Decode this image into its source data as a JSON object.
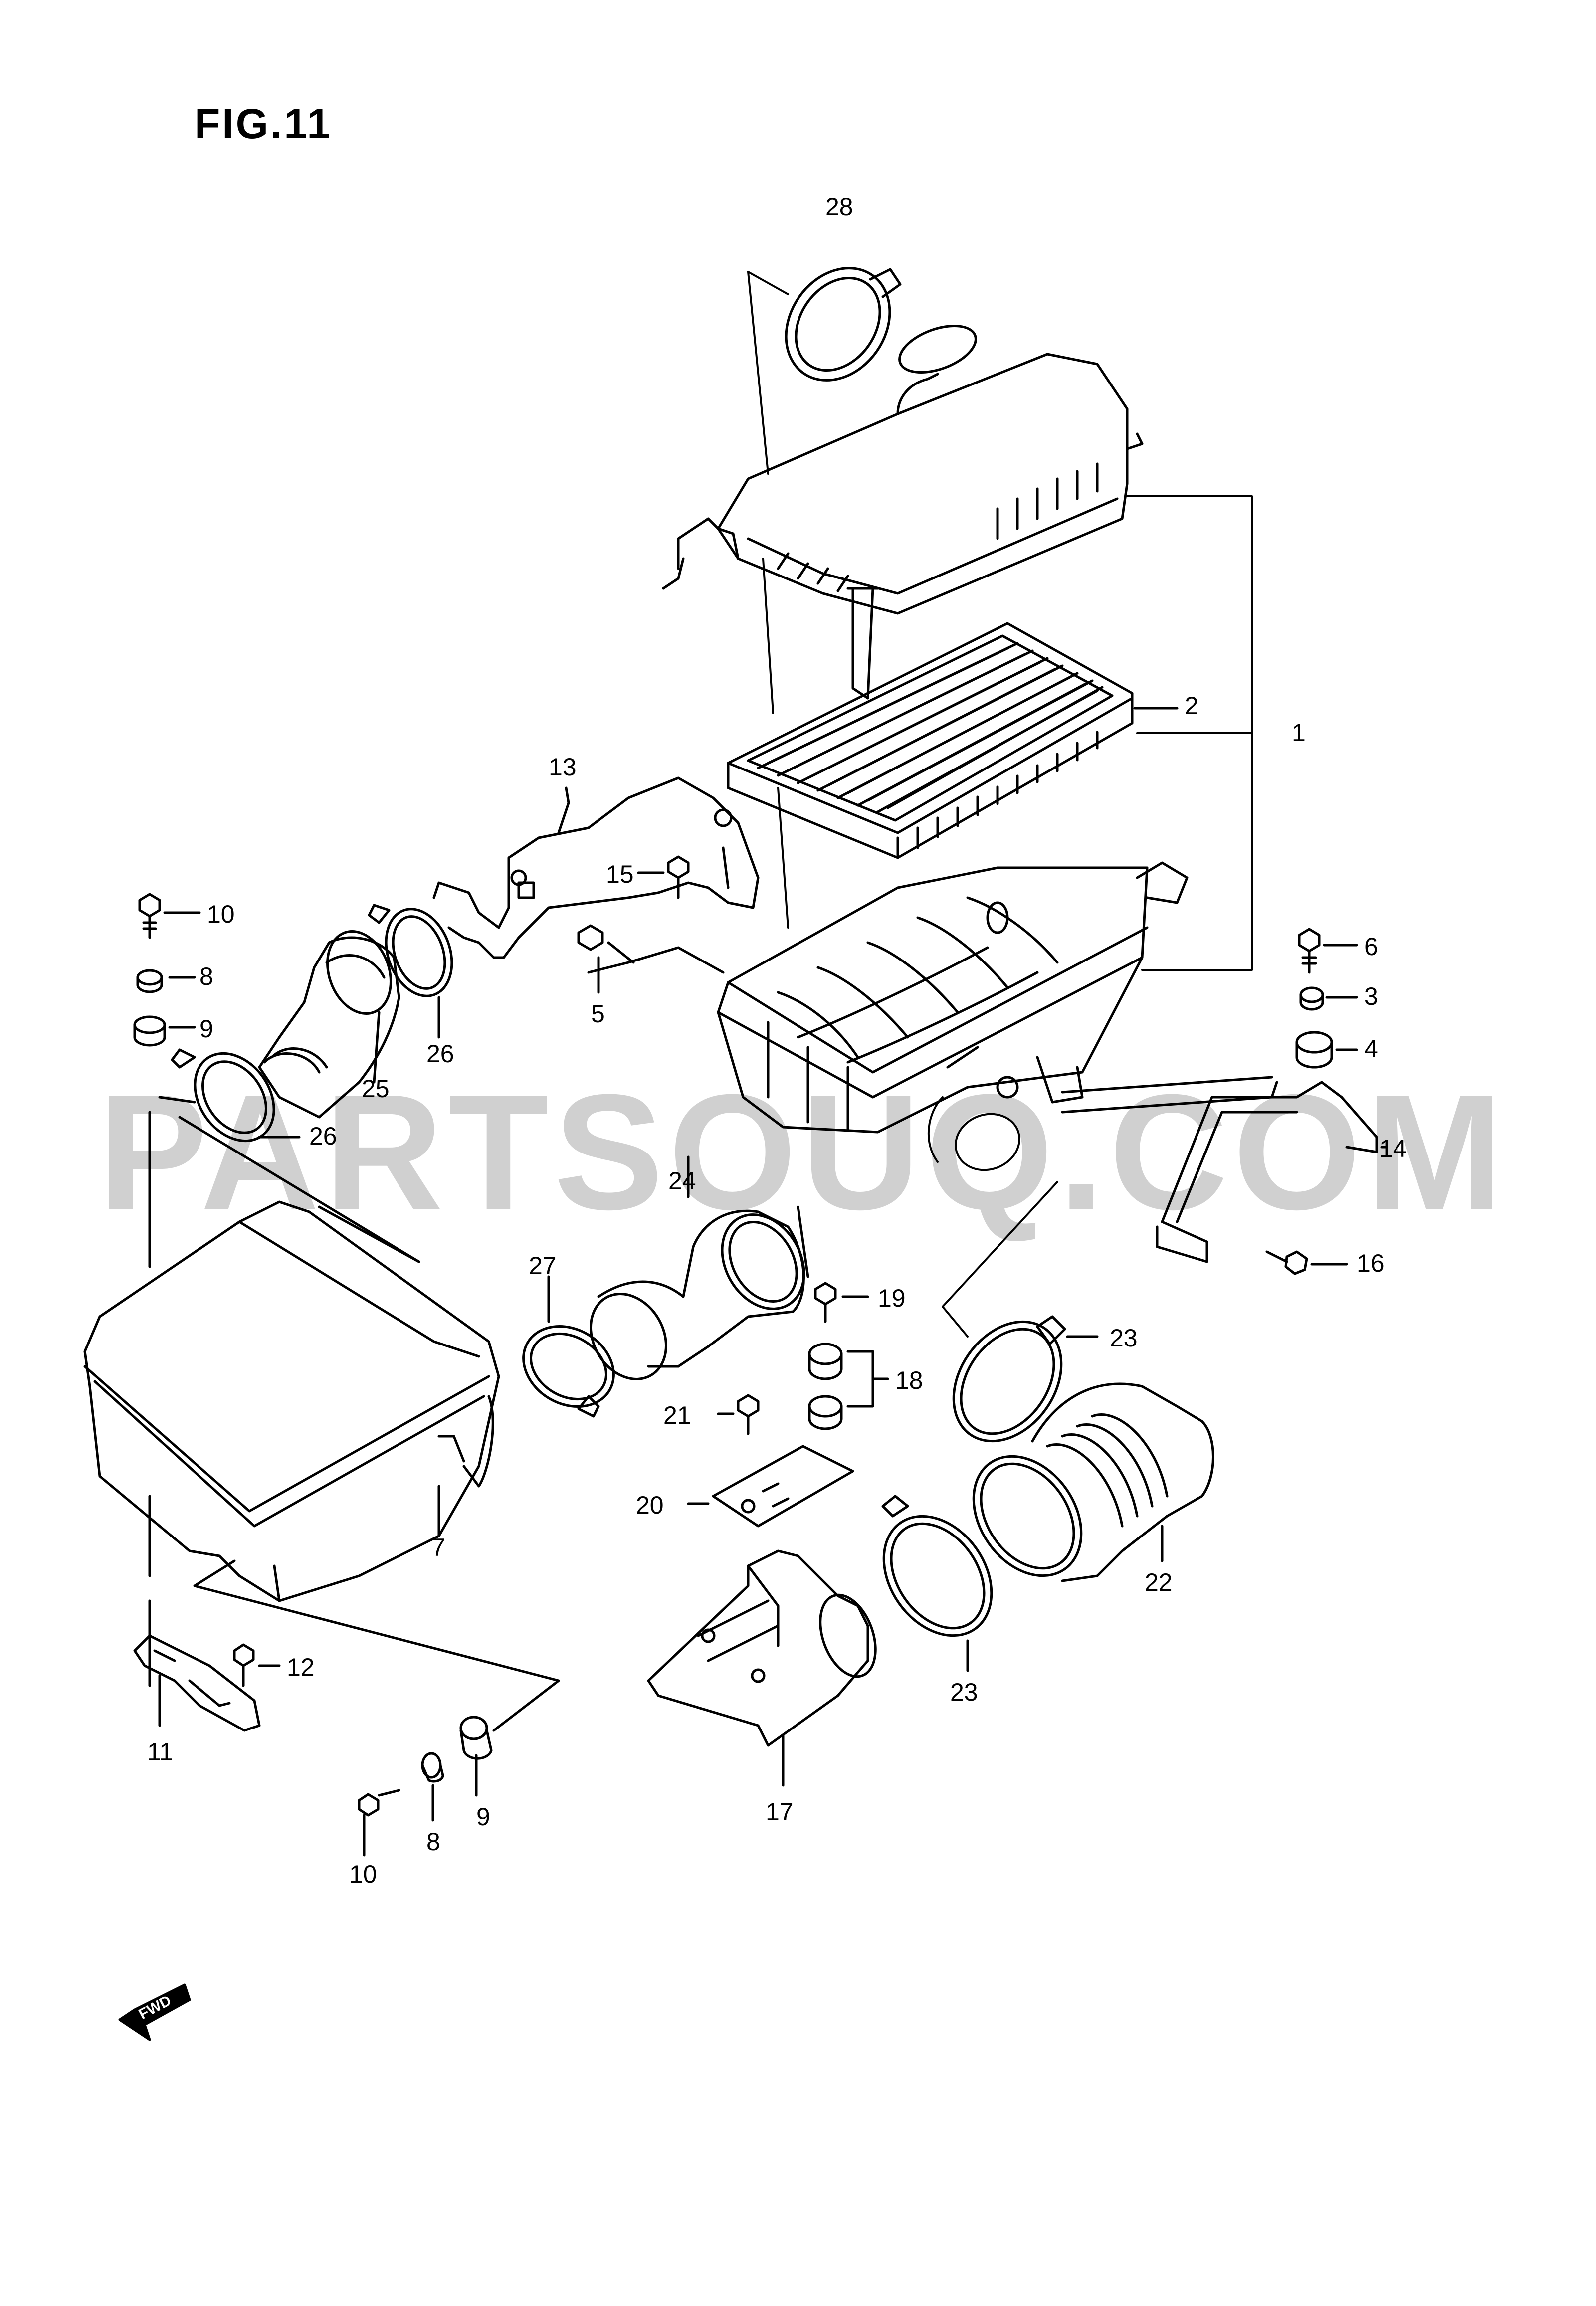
{
  "figure": {
    "title": "FIG.11"
  },
  "watermark": "PARTSOUQ.COM",
  "fwd_marker": "FWD",
  "callouts": {
    "c1": "1",
    "c2": "2",
    "c3": "3",
    "c4": "4",
    "c5": "5",
    "c6": "6",
    "c7": "7",
    "c8a": "8",
    "c8b": "8",
    "c9a": "9",
    "c9b": "9",
    "c10a": "10",
    "c10b": "10",
    "c11": "11",
    "c12": "12",
    "c13": "13",
    "c14": "14",
    "c15": "15",
    "c16": "16",
    "c17": "17",
    "c18": "18",
    "c19": "19",
    "c20": "20",
    "c21": "21",
    "c22": "22",
    "c23a": "23",
    "c23b": "23",
    "c24": "24",
    "c25": "25",
    "c26a": "26",
    "c26b": "26",
    "c27": "27",
    "c28": "28"
  }
}
